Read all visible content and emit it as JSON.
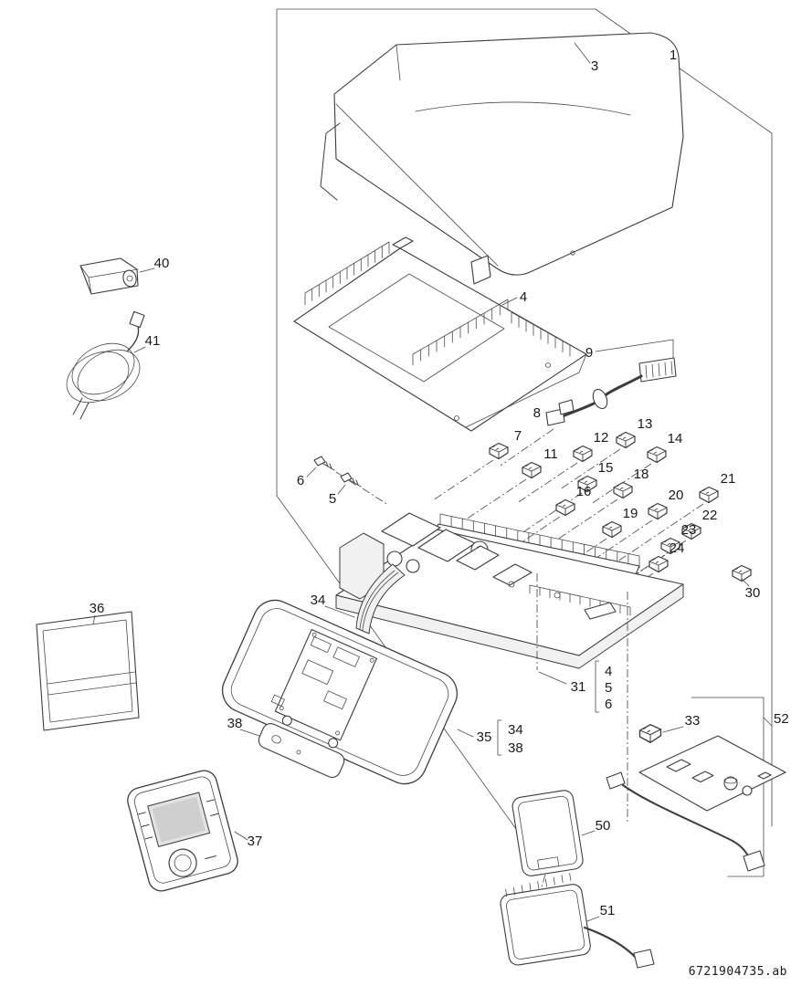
{
  "doc": {
    "id": "6721904735.ab"
  },
  "colors": {
    "line": "#3c3c3c",
    "background": "#ffffff"
  },
  "callouts": {
    "p1": "1",
    "p3": "3",
    "p4": "4",
    "p5": "5",
    "p6": "6",
    "p7": "7",
    "p8": "8",
    "p9": "9",
    "p11": "11",
    "p12": "12",
    "p13": "13",
    "p14": "14",
    "p15": "15",
    "p16": "16",
    "p18": "18",
    "p19": "19",
    "p20": "20",
    "p21": "21",
    "p22": "22",
    "p23": "23",
    "p24": "24",
    "p30": "30",
    "p31": "31",
    "p33": "33",
    "p34": "34",
    "p35": "35",
    "p36": "36",
    "p37": "37",
    "p38": "38",
    "p40": "40",
    "p41": "41",
    "p50": "50",
    "p51": "51",
    "p52": "52"
  },
  "bracket_31": {
    "items": [
      "4",
      "5",
      "6"
    ]
  },
  "bracket_35": {
    "items": [
      "34",
      "38"
    ]
  }
}
